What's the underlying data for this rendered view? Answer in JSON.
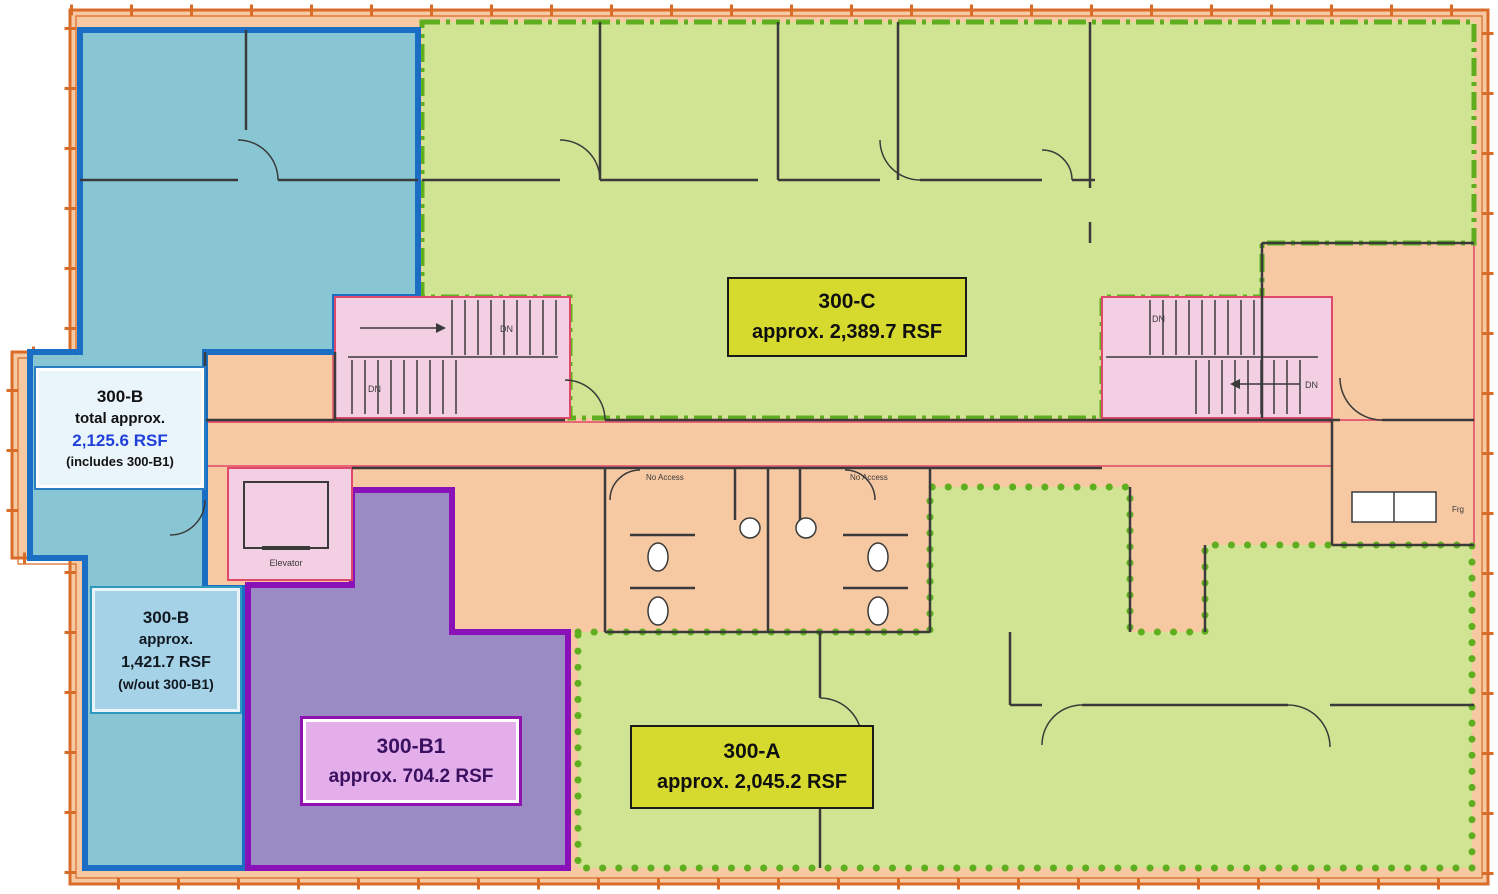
{
  "labels": {
    "b_total": {
      "name": "300-B",
      "line2": "total approx.",
      "rsf": "2,125.6 RSF",
      "note": "(includes 300-B1)"
    },
    "b_only": {
      "name": "300-B",
      "line2": "approx.",
      "rsf": "1,421.7 RSF",
      "note": "(w/out 300-B1)"
    },
    "b1": {
      "name": "300-B1",
      "rsf": "approx. 704.2 RSF"
    },
    "c": {
      "name": "300-C",
      "rsf": "approx. 2,389.7 RSF"
    },
    "a": {
      "name": "300-A",
      "rsf": "approx. 2,045.2 RSF"
    }
  },
  "plan_text": {
    "elevator": "Elevator",
    "dn_left_top": "DN",
    "dn_left_bottom": "DN",
    "dn_right_top": "DN",
    "dn_right_bottom": "DN",
    "no_access_left": "No Access",
    "no_access_right": "No Access",
    "fridge": "Frg"
  },
  "colors": {
    "common_area": "#f7c9a2",
    "suite_b_fill": "#7fc6d8",
    "suite_b1_fill": "#9186c8",
    "suite_green_fill": "#cfe692",
    "stair_pink": "#f3cfe3",
    "outline_orange": "#d96c28",
    "border_blue": "#1a6fc4",
    "border_purple": "#8a10b8",
    "border_green": "#5fae1f",
    "accent_red": "#e0486a",
    "label_yellow": "#d6da2e",
    "rsf_blue": "#2140d8"
  }
}
